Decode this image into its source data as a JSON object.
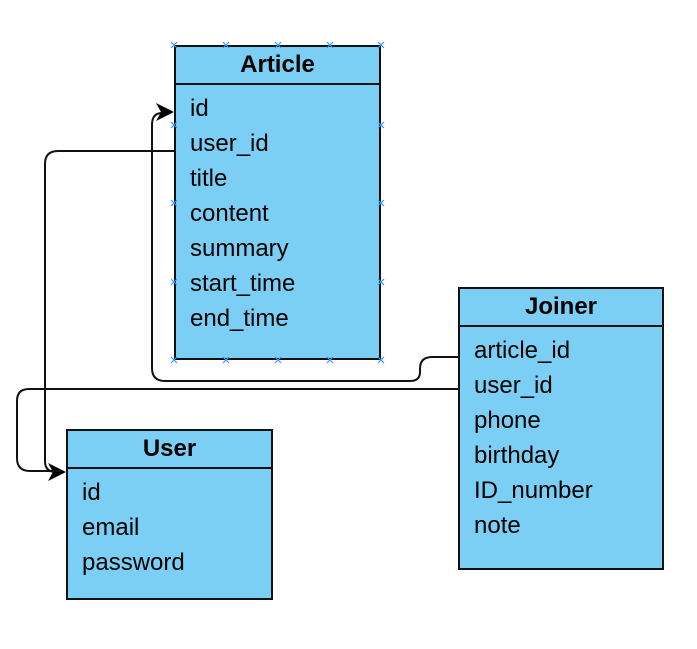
{
  "entities": {
    "article": {
      "title": "Article",
      "fields": [
        "id",
        "user_id",
        "title",
        "content",
        "summary",
        "start_time",
        "end_time"
      ]
    },
    "joiner": {
      "title": "Joiner",
      "fields": [
        "article_id",
        "user_id",
        "phone",
        "birthday",
        "ID_number",
        "note"
      ]
    },
    "user": {
      "title": "User",
      "fields": [
        "id",
        "email",
        "password"
      ]
    }
  },
  "colors": {
    "entity_fill": "#7ccff4",
    "stroke": "#111111",
    "selection_marker": "#3399ff"
  }
}
